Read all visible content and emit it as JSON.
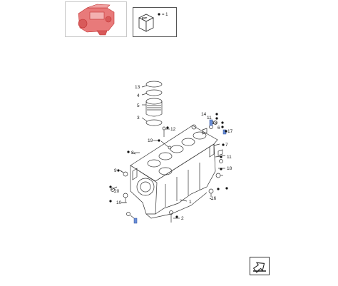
{
  "kit_legend": {
    "kit_label": "KIT",
    "equals_text": "= 1"
  },
  "callouts": {
    "c13": "13",
    "c4": "4",
    "c5": "5",
    "c3": "3",
    "c12": "12",
    "c14": "14",
    "c11a": "11",
    "c15": "15",
    "c6": "6",
    "c17": "17",
    "c19": "19",
    "c7": "7",
    "c8": "8",
    "c11b": "11",
    "c9": "9",
    "c18": "18",
    "c20": "20",
    "c10": "10",
    "c1": "1",
    "c16": "16",
    "c2": "2"
  },
  "colors": {
    "highlight": "#e04848",
    "line": "#333333",
    "blue_part": "#6a8fd8"
  }
}
